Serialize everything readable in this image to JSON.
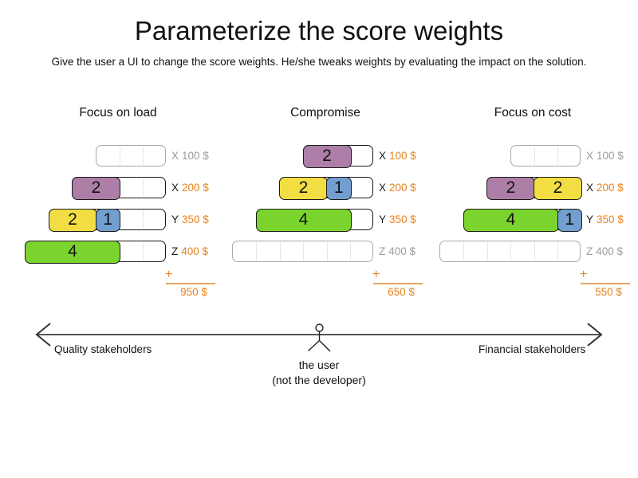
{
  "title": "Parameterize the score weights",
  "subtitle": "Give the user a UI to change the score weights. He/she tweaks weights by evaluating the impact on the solution.",
  "palette": {
    "purple": "#ad7fa8",
    "yellow": "#f2de43",
    "blue": "#729fcf",
    "green": "#7bd42d",
    "orange": "#e8821e",
    "inactive_gray": "#9b9b9b",
    "empty_border": "#a8a8a8",
    "block_border": "#1a1a1a",
    "axis_line": "#555555"
  },
  "sum_plus": "+",
  "scenarios": [
    {
      "name": "Focus on load",
      "sum": "950 $",
      "rows": [
        {
          "letter": "X",
          "cost": "100 $",
          "active": false,
          "units": 3,
          "blocks": []
        },
        {
          "letter": "X",
          "cost": "200 $",
          "active": true,
          "units": 4,
          "blocks": [
            {
              "value": "2",
              "color": "purple",
              "units": 2
            }
          ]
        },
        {
          "letter": "Y",
          "cost": "350 $",
          "active": true,
          "units": 5,
          "blocks": [
            {
              "value": "2",
              "color": "yellow",
              "units": 2
            },
            {
              "value": "1",
              "color": "blue",
              "units": 1
            }
          ]
        },
        {
          "letter": "Z",
          "cost": "400 $",
          "active": true,
          "units": 6,
          "blocks": [
            {
              "value": "4",
              "color": "green",
              "units": 4
            }
          ]
        }
      ]
    },
    {
      "name": "Compromise",
      "sum": "650 $",
      "rows": [
        {
          "letter": "X",
          "cost": "100 $",
          "active": true,
          "units": 3,
          "blocks": [
            {
              "value": "2",
              "color": "purple",
              "units": 2
            }
          ]
        },
        {
          "letter": "X",
          "cost": "200 $",
          "active": true,
          "units": 4,
          "blocks": [
            {
              "value": "2",
              "color": "yellow",
              "units": 2
            },
            {
              "value": "1",
              "color": "blue",
              "units": 1
            }
          ]
        },
        {
          "letter": "Y",
          "cost": "350 $",
          "active": true,
          "units": 5,
          "blocks": [
            {
              "value": "4",
              "color": "green",
              "units": 4
            }
          ]
        },
        {
          "letter": "Z",
          "cost": "400 $",
          "active": false,
          "units": 6,
          "blocks": []
        }
      ]
    },
    {
      "name": "Focus on cost",
      "sum": "550 $",
      "rows": [
        {
          "letter": "X",
          "cost": "100 $",
          "active": false,
          "units": 3,
          "blocks": []
        },
        {
          "letter": "X",
          "cost": "200 $",
          "active": true,
          "units": 4,
          "blocks": [
            {
              "value": "2",
              "color": "purple",
              "units": 2
            },
            {
              "value": "2",
              "color": "yellow",
              "units": 2
            }
          ]
        },
        {
          "letter": "Y",
          "cost": "350 $",
          "active": true,
          "units": 5,
          "blocks": [
            {
              "value": "4",
              "color": "green",
              "units": 4
            },
            {
              "value": "1",
              "color": "blue",
              "units": 1
            }
          ]
        },
        {
          "letter": "Z",
          "cost": "400 $",
          "active": false,
          "units": 6,
          "blocks": []
        }
      ]
    }
  ],
  "axis": {
    "left_label": "Quality stakeholders",
    "right_label": "Financial stakeholders",
    "user_label_line1": "the user",
    "user_label_line2": "(not the developer)"
  }
}
